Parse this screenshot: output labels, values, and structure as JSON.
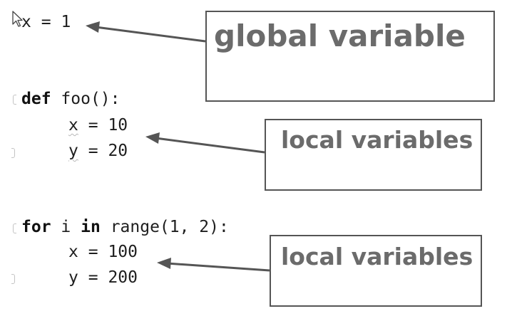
{
  "code": {
    "line1": {
      "var": "x",
      "op": "=",
      "val": "1"
    },
    "def_line": {
      "keyword": "def",
      "rest": "foo():"
    },
    "def_body": [
      {
        "var": "x",
        "op": "=",
        "val": "10"
      },
      {
        "var": "y",
        "op": "=",
        "val": "20"
      }
    ],
    "for_line": {
      "kw_for": "for",
      "iter": "i",
      "kw_in": "in",
      "rest": "range(1, 2):"
    },
    "for_body": [
      {
        "var": "x",
        "op": "=",
        "val": "100"
      },
      {
        "var": "y",
        "op": "=",
        "val": "200"
      }
    ]
  },
  "labels": {
    "global": "global variable",
    "local_def": "local variables",
    "local_for": "local variables"
  },
  "colors": {
    "code_text": "#1e1e1e",
    "label_text": "#6b6b6b",
    "box_border": "#555555",
    "arrow": "#555555"
  },
  "icons": [
    "cursor-icon",
    "fold-marker-icon"
  ]
}
